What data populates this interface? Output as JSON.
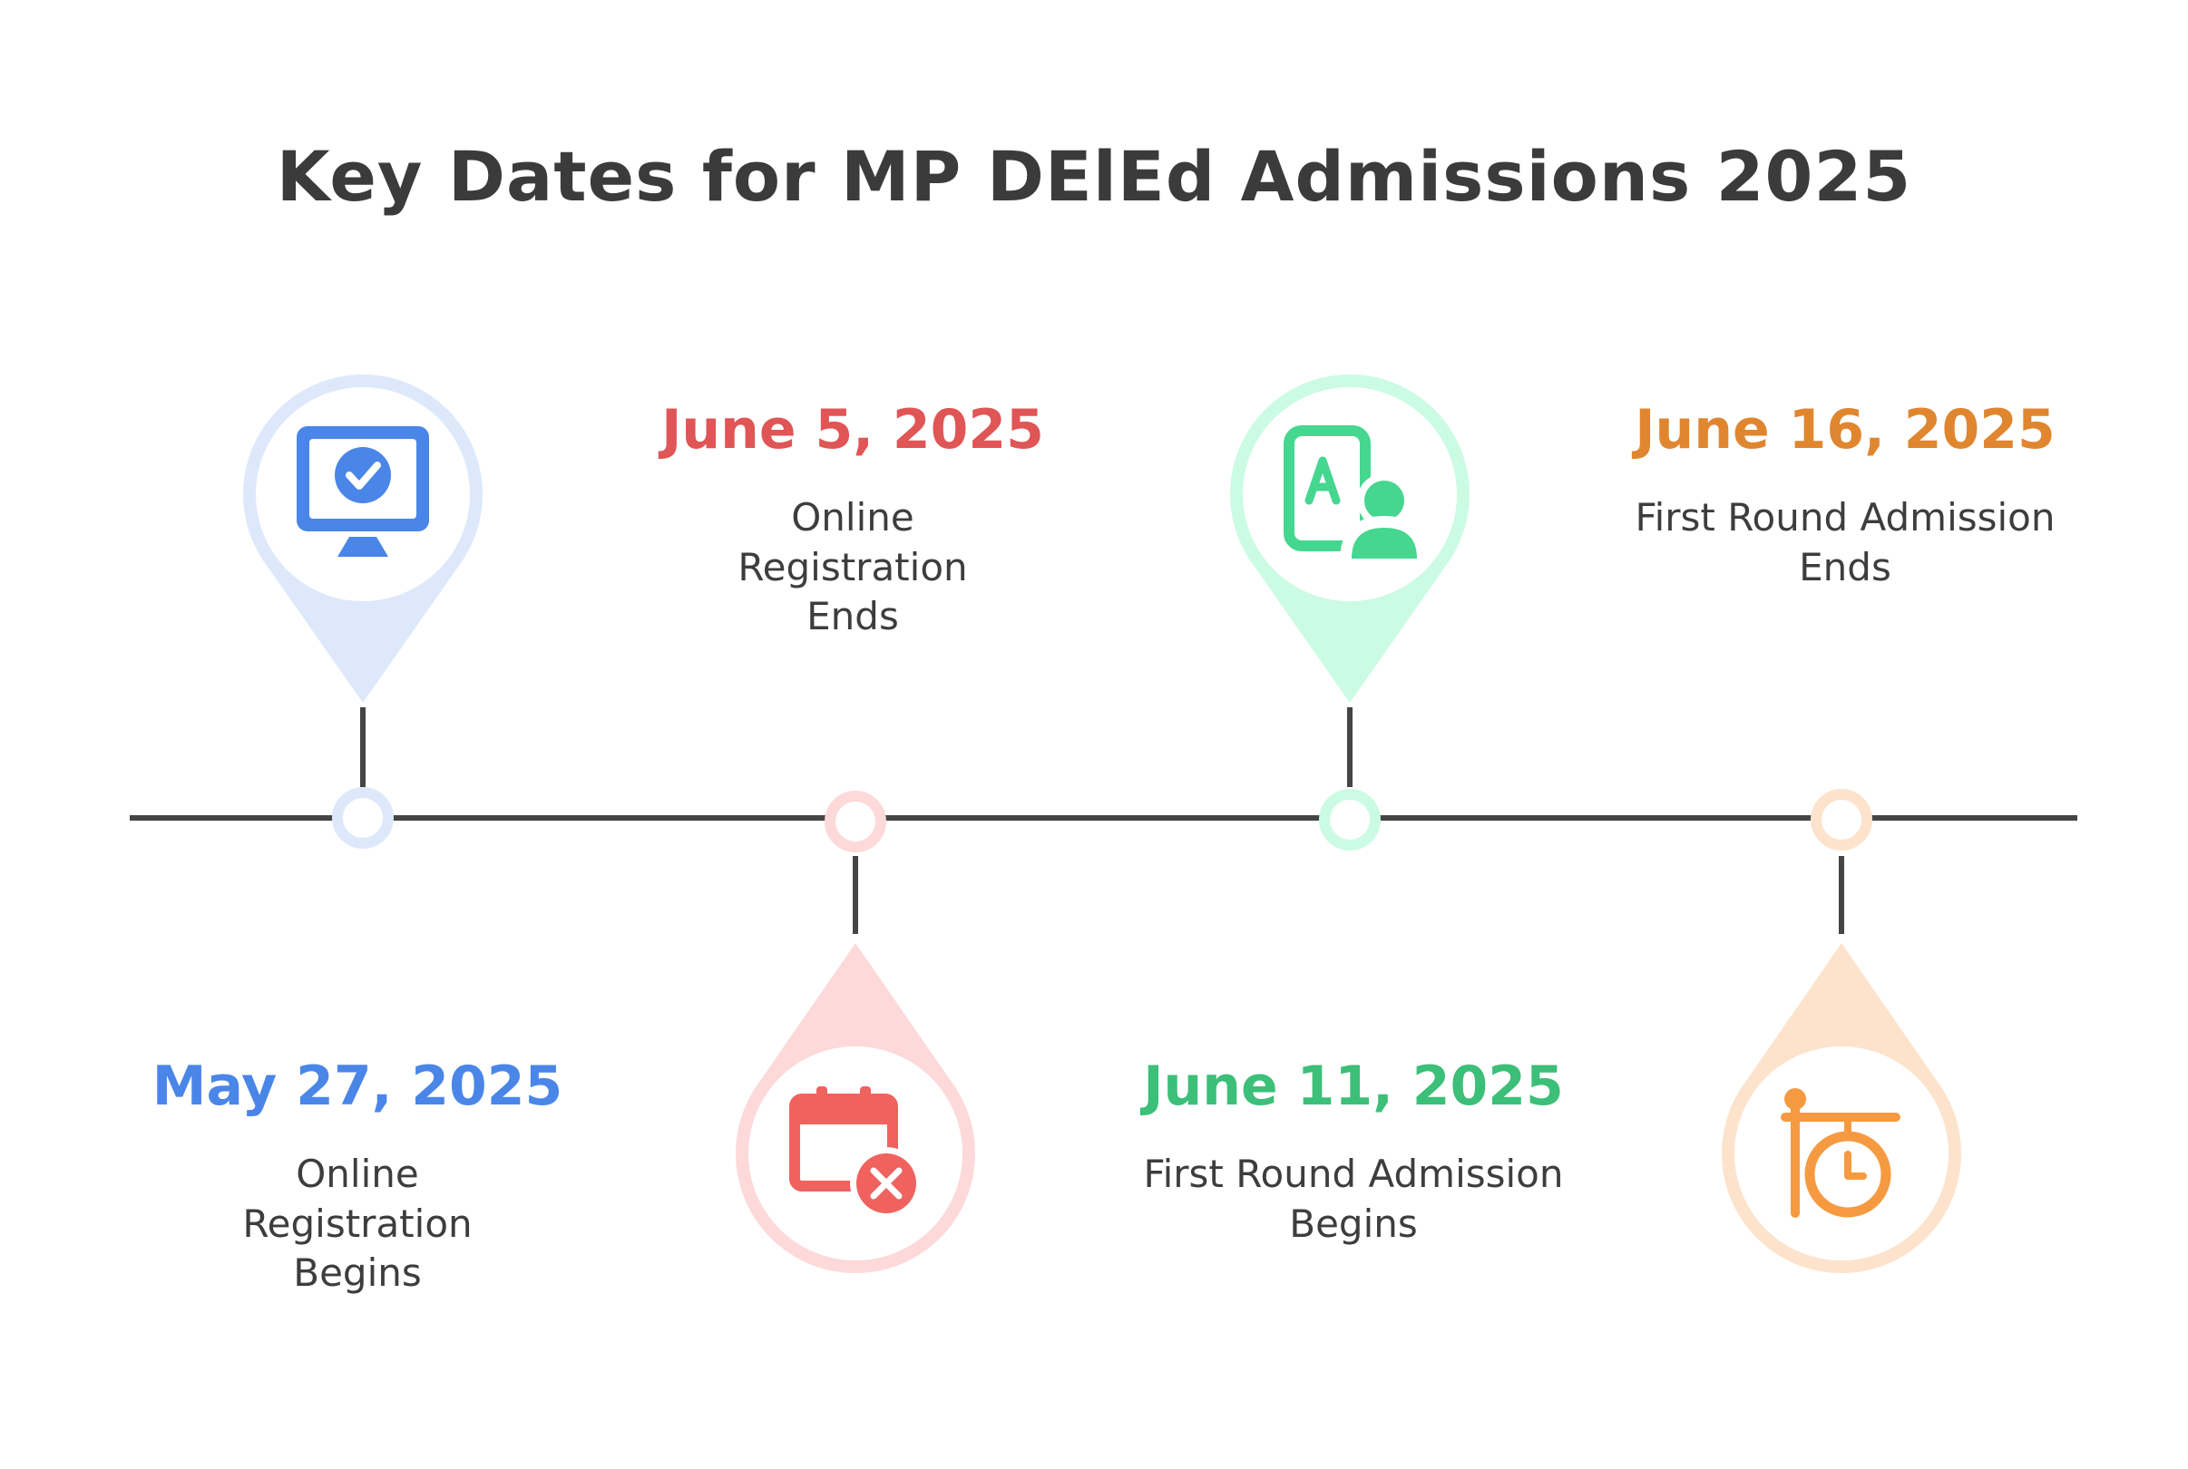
{
  "title": "Key Dates for MP DElEd Admissions 2025",
  "events": [
    {
      "date": "May 27, 2025",
      "label": "Online Registration Begins",
      "color": "#4a86e8",
      "pale": "#dde9fb",
      "icon": "monitor-check-icon",
      "position": "below"
    },
    {
      "date": "June 5, 2025",
      "label": "Online Registration Ends",
      "color": "#e05555",
      "pale": "#fdd9d9",
      "icon": "calendar-x-icon",
      "position": "above"
    },
    {
      "date": "June 11, 2025",
      "label": "First Round Admission Begins",
      "color": "#3cbf78",
      "pale": "#ccfbe4",
      "icon": "student-profile-icon",
      "position": "below"
    },
    {
      "date": "June 16, 2025",
      "label": "First Round Admission Ends",
      "color": "#e0862f",
      "pale": "#fde3cc",
      "icon": "hanging-clock-icon",
      "position": "above"
    }
  ]
}
